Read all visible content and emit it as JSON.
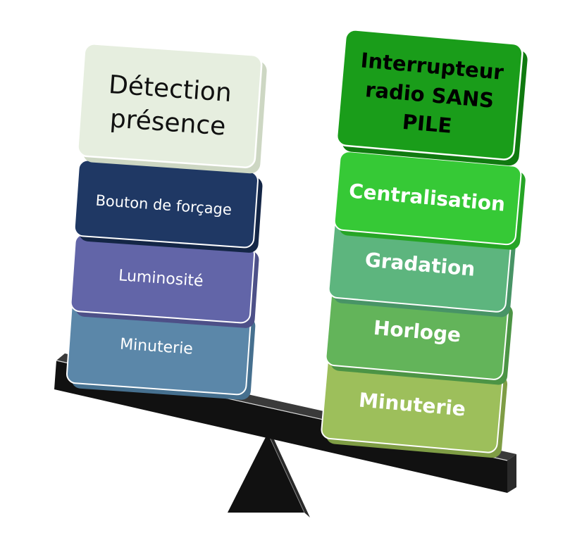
{
  "left_stack": {
    "header": {
      "line1": "Détection",
      "line2": "présence",
      "color": "#e6eedf",
      "text_color": "#111111"
    },
    "blocks": [
      {
        "label": "Bouton de forçage",
        "color": "#1f3864",
        "text_color": "#ffffff"
      },
      {
        "label": "Luminosité",
        "color": "#6265a8",
        "text_color": "#ffffff"
      },
      {
        "label": "Minuterie",
        "color": "#5b87a9",
        "text_color": "#ffffff"
      }
    ]
  },
  "right_stack": {
    "header": {
      "line1": "Interrupteur",
      "line2": "radio SANS",
      "line3": "PILE",
      "color": "#1a9d1a",
      "text_color": "#000000"
    },
    "blocks": [
      {
        "label": "Centralisation",
        "color": "#36c936",
        "text_color": "#ffffff"
      },
      {
        "label": "Gradation",
        "color": "#5db57e",
        "text_color": "#ffffff"
      },
      {
        "label": "Horloge",
        "color": "#63b45a",
        "text_color": "#ffffff"
      },
      {
        "label": "Minuterie",
        "color": "#9dbf5b",
        "text_color": "#ffffff"
      }
    ]
  },
  "colors": {
    "beam": "#111111",
    "fulcrum": "#111111",
    "edge_highlight": "#ffffff"
  }
}
